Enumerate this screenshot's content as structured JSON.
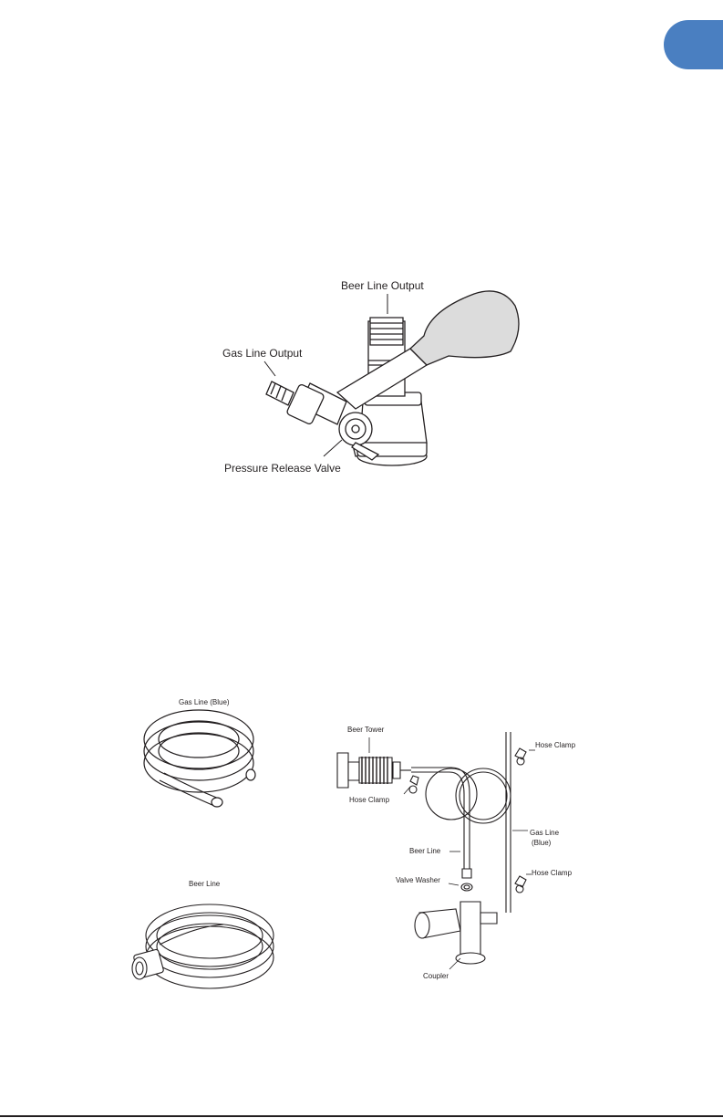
{
  "page": {
    "tab_color": "#4a7fc1"
  },
  "coupler_figure": {
    "label_beer_line_output": "Beer Line Output",
    "label_gas_line_output": "Gas Line Output",
    "label_pressure_release_valve": "Pressure Release Valve"
  },
  "hoses_figure": {
    "label_gas_line_blue": "Gas Line (Blue)",
    "label_beer_line": "Beer Line"
  },
  "assembly_figure": {
    "label_beer_tower": "Beer Tower",
    "label_hose_clamp_top_right": "Hose Clamp",
    "label_hose_clamp_left": "Hose Clamp",
    "label_gas_line_blue_line1": "Gas Line",
    "label_gas_line_blue_line2": "(Blue)",
    "label_beer_line": "Beer Line",
    "label_hose_clamp_lower_right": "Hose Clamp",
    "label_valve_washer": "Valve Washer",
    "label_coupler": "Coupler"
  }
}
